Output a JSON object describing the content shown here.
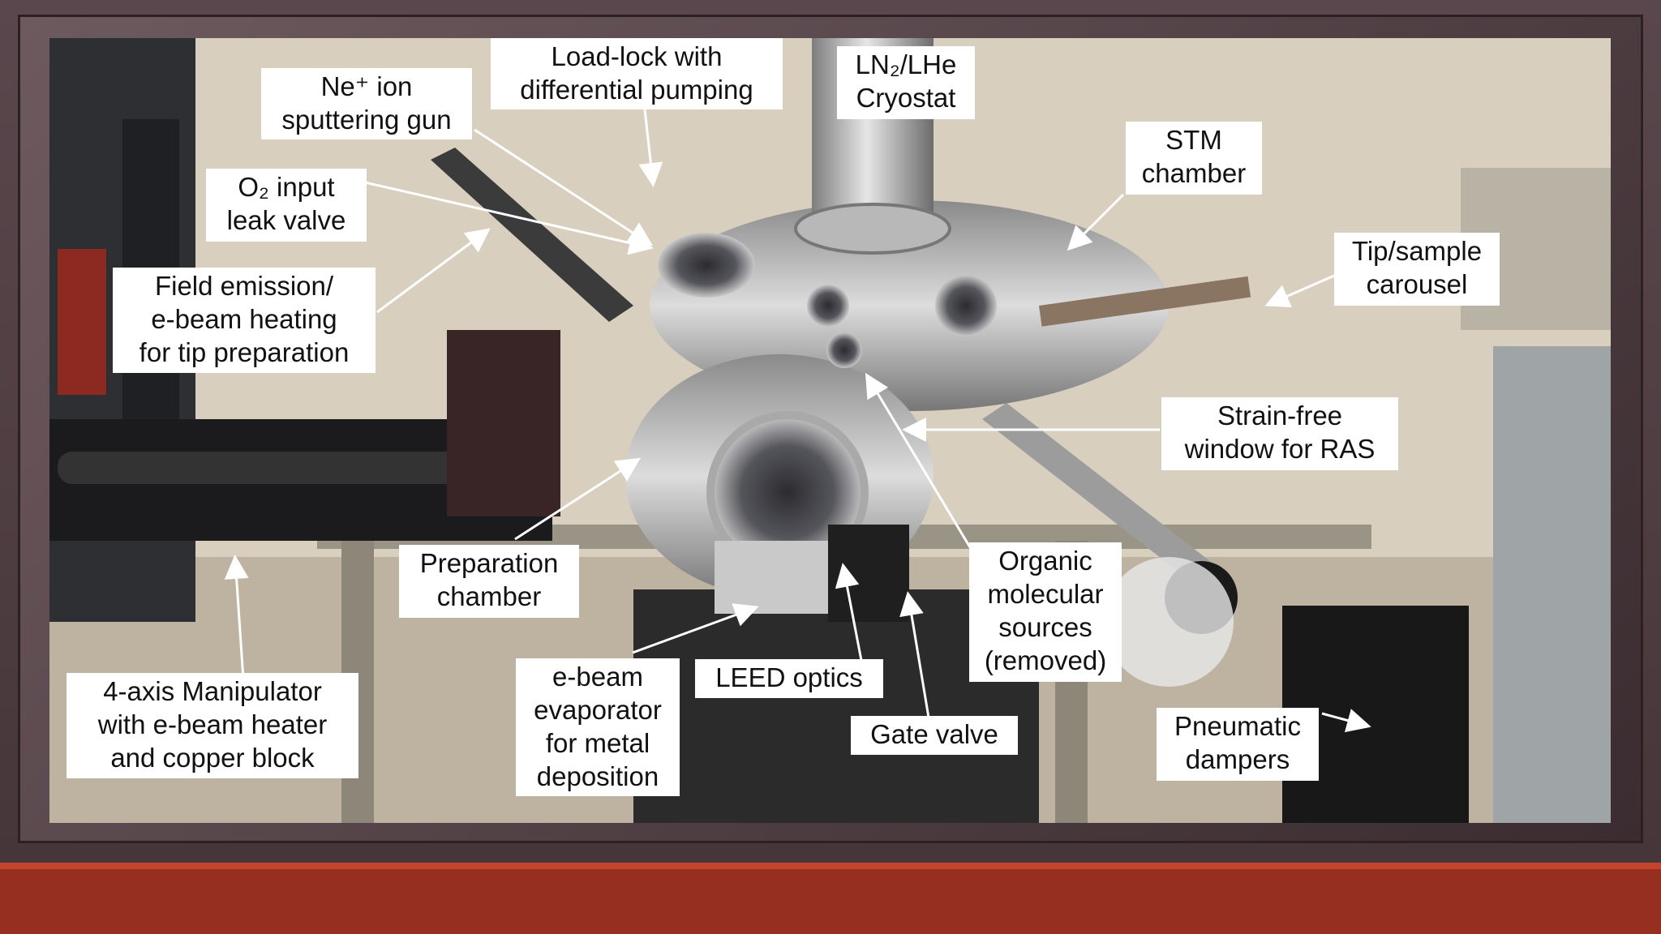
{
  "labels": {
    "load_lock": "Load-lock with\ndifferential pumping",
    "cryostat": "LN₂/LHe\nCryostat",
    "ne_ion_gun": "Ne⁺ ion\nsputtering gun",
    "stm_chamber": "STM\nchamber",
    "o2_input": "O₂ input\nleak valve",
    "tip_carousel": "Tip/sample\ncarousel",
    "field_emission": "Field emission/\ne-beam heating\nfor tip preparation",
    "strain_free": "Strain-free\nwindow for RAS",
    "prep_chamber": "Preparation\nchamber",
    "organic_sources": "Organic\nmolecular\nsources\n(removed)",
    "manipulator": "4-axis Manipulator\nwith e-beam heater\nand copper block",
    "ebeam_evaporator": "e-beam\nevaporator\nfor metal\ndeposition",
    "leed": "LEED optics",
    "gate_valve": "Gate valve",
    "dampers": "Pneumatic\ndampers"
  },
  "colors": {
    "frame": "#4b3b40",
    "footer_bar": "#962f20",
    "footer_stripe": "#c4452c",
    "label_bg": "#ffffff"
  }
}
